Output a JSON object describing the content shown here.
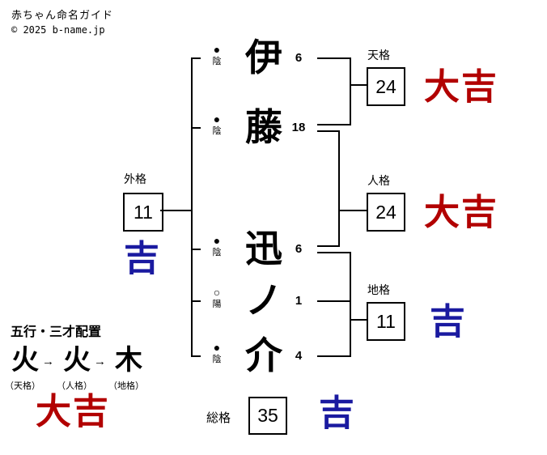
{
  "header": {
    "site_title": "赤ちゃん命名ガイド",
    "copyright": "© 2025 b-name.jp"
  },
  "name": {
    "characters": [
      {
        "char": "伊",
        "strokes": "6",
        "polarity_symbol": "●",
        "polarity_label": "陰"
      },
      {
        "char": "藤",
        "strokes": "18",
        "polarity_symbol": "●",
        "polarity_label": "陰"
      },
      {
        "char": "迅",
        "strokes": "6",
        "polarity_symbol": "●",
        "polarity_label": "陰"
      },
      {
        "char": "ノ",
        "strokes": "1",
        "polarity_symbol": "○",
        "polarity_label": "陽"
      },
      {
        "char": "介",
        "strokes": "4",
        "polarity_symbol": "●",
        "polarity_label": "陰"
      }
    ]
  },
  "kaku": {
    "tenkaku": {
      "label": "天格",
      "value": "24",
      "fortune": "大吉",
      "fortune_color": "#b20000"
    },
    "jinkaku": {
      "label": "人格",
      "value": "24",
      "fortune": "大吉",
      "fortune_color": "#b20000"
    },
    "chikaku": {
      "label": "地格",
      "value": "11",
      "fortune": "吉",
      "fortune_color": "#1a1aa0"
    },
    "gaikaku": {
      "label": "外格",
      "value": "11",
      "fortune": "吉",
      "fortune_color": "#1a1aa0"
    },
    "soukaku": {
      "label": "総格",
      "value": "35",
      "fortune": "吉",
      "fortune_color": "#1a1aa0"
    }
  },
  "gogyou": {
    "title": "五行・三才配置",
    "arrow": "→",
    "elements": [
      {
        "element": "火",
        "label": "（天格）"
      },
      {
        "element": "火",
        "label": "（人格）"
      },
      {
        "element": "木",
        "label": "（地格）"
      }
    ],
    "fortune": "大吉",
    "fortune_color": "#b20000"
  }
}
